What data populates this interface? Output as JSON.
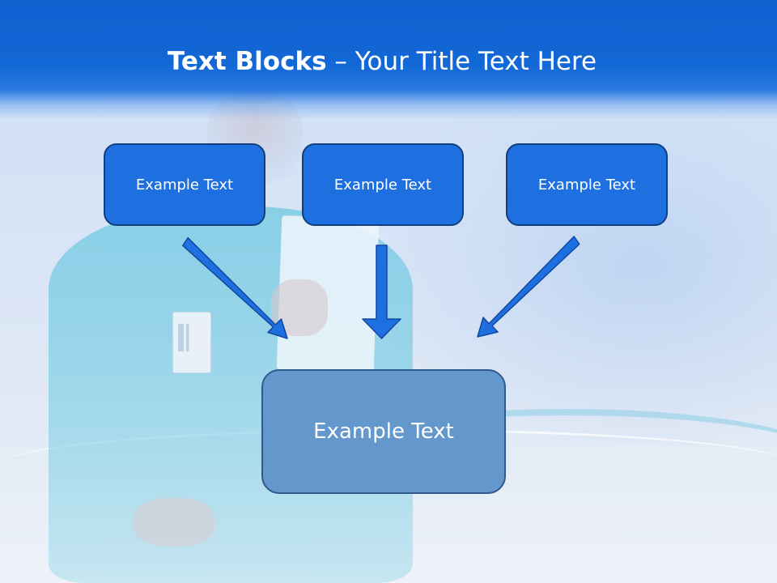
{
  "slide": {
    "title_strong": "Text Blocks",
    "title_dash": " – ",
    "title_rest": "Your Title Text Here"
  },
  "blocks": {
    "top": [
      {
        "label": "Example Text"
      },
      {
        "label": "Example Text"
      },
      {
        "label": "Example Text"
      }
    ],
    "main": {
      "label": "Example Text"
    }
  },
  "colors": {
    "title_bar": "#1268d6",
    "box_fill": "#1e6fe0",
    "box_border": "#13407c",
    "main_box_fill": "#6498cc",
    "arrow_fill": "#1e6fe0",
    "arrow_stroke": "#1348a0"
  }
}
